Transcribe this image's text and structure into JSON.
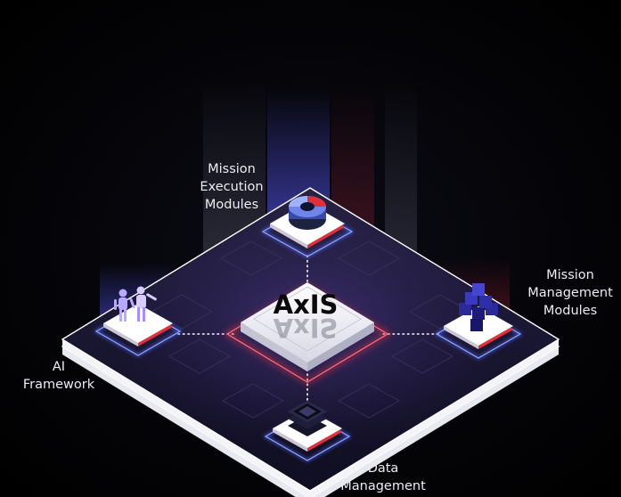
{
  "center_label": "AxIS",
  "modules": {
    "execution": {
      "lines": [
        "Mission",
        "Execution",
        "Modules"
      ]
    },
    "management": {
      "lines": [
        "Mission",
        "Management",
        "Modules"
      ]
    },
    "ai": {
      "lines": [
        "AI",
        "Framework"
      ]
    },
    "data": {
      "lines": [
        "Data",
        "Management"
      ]
    }
  },
  "colors": {
    "background": "#000000",
    "platform_edge": "#ffffff",
    "accent_red": "#e0303c",
    "accent_blue": "#4d6cff",
    "accent_purple": "#8b5cf6",
    "label_text": "#ececf2"
  },
  "icons": {
    "execution": "donut-chart-icon",
    "management": "cube-stack-icon",
    "ai": "robots-icon",
    "data": "server-stack-icon"
  }
}
